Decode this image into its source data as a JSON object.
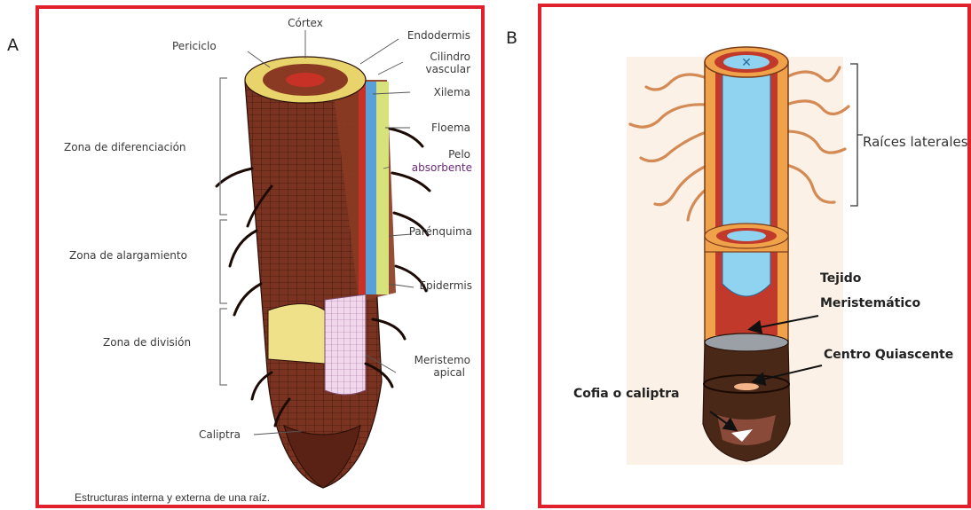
{
  "panels": {
    "a": {
      "letter": "A",
      "labels": {
        "cortex": "Córtex",
        "endodermis": "Endodermis",
        "periciclo": "Periciclo",
        "cilindro_1": "Cilindro",
        "cilindro_2": "vascular",
        "xilema": "Xilema",
        "floema": "Floema",
        "pelo_1": "Pelo",
        "pelo_2": "absorbente",
        "parenquima": "Parénquima",
        "epidermis": "Epidermis",
        "meristemo_1": "Meristemo",
        "meristemo_2": "apical",
        "caliptra": "Caliptra",
        "zona_diferenciacion": "Zona de diferenciación",
        "zona_alargamiento": "Zona de alargamiento",
        "zona_division": "Zona de división"
      },
      "caption": "Estructuras interna y externa de una raíz."
    },
    "b": {
      "letter": "B",
      "labels": {
        "raices_laterales": "Raíces laterales",
        "tejido_1": "Tejido",
        "tejido_2": "Meristemático",
        "centro": "Centro Quiascente",
        "cofia": "Cofia o caliptra"
      }
    }
  },
  "colors": {
    "frame": "#e0202c",
    "root_brown": "#6b2c1a",
    "vascular_blue": "#8fd3f0",
    "cortex_orange": "#f0a24a"
  }
}
